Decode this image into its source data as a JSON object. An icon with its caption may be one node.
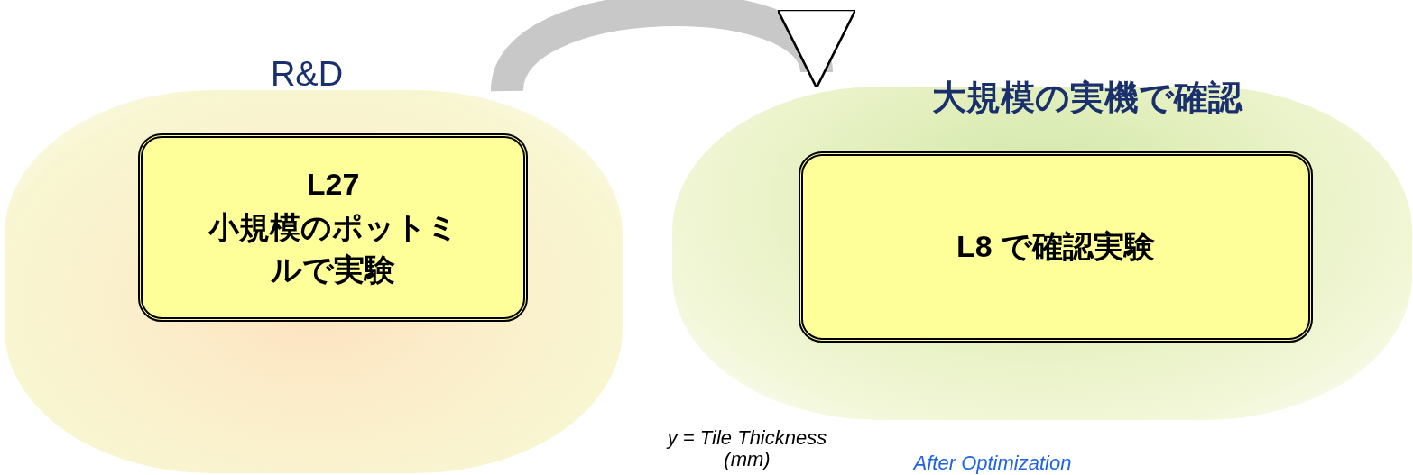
{
  "diagram": {
    "nodes": [
      {
        "text": [
          "R&D"
        ]
      },
      {
        "text": [
          "L27",
          "小規模のポットミルで実験"
        ],
        "in": 0
      },
      {
        "text": [
          "大規模の実機で確認"
        ]
      },
      {
        "text": [
          "L8 で確認実験"
        ],
        "in": 2
      }
    ],
    "edges": [
      {
        "from": 0,
        "to": 2,
        "arrow": "to"
      }
    ],
    "labels": [
      "y = Tile Thickness (mm)",
      "After Optimization"
    ]
  }
}
